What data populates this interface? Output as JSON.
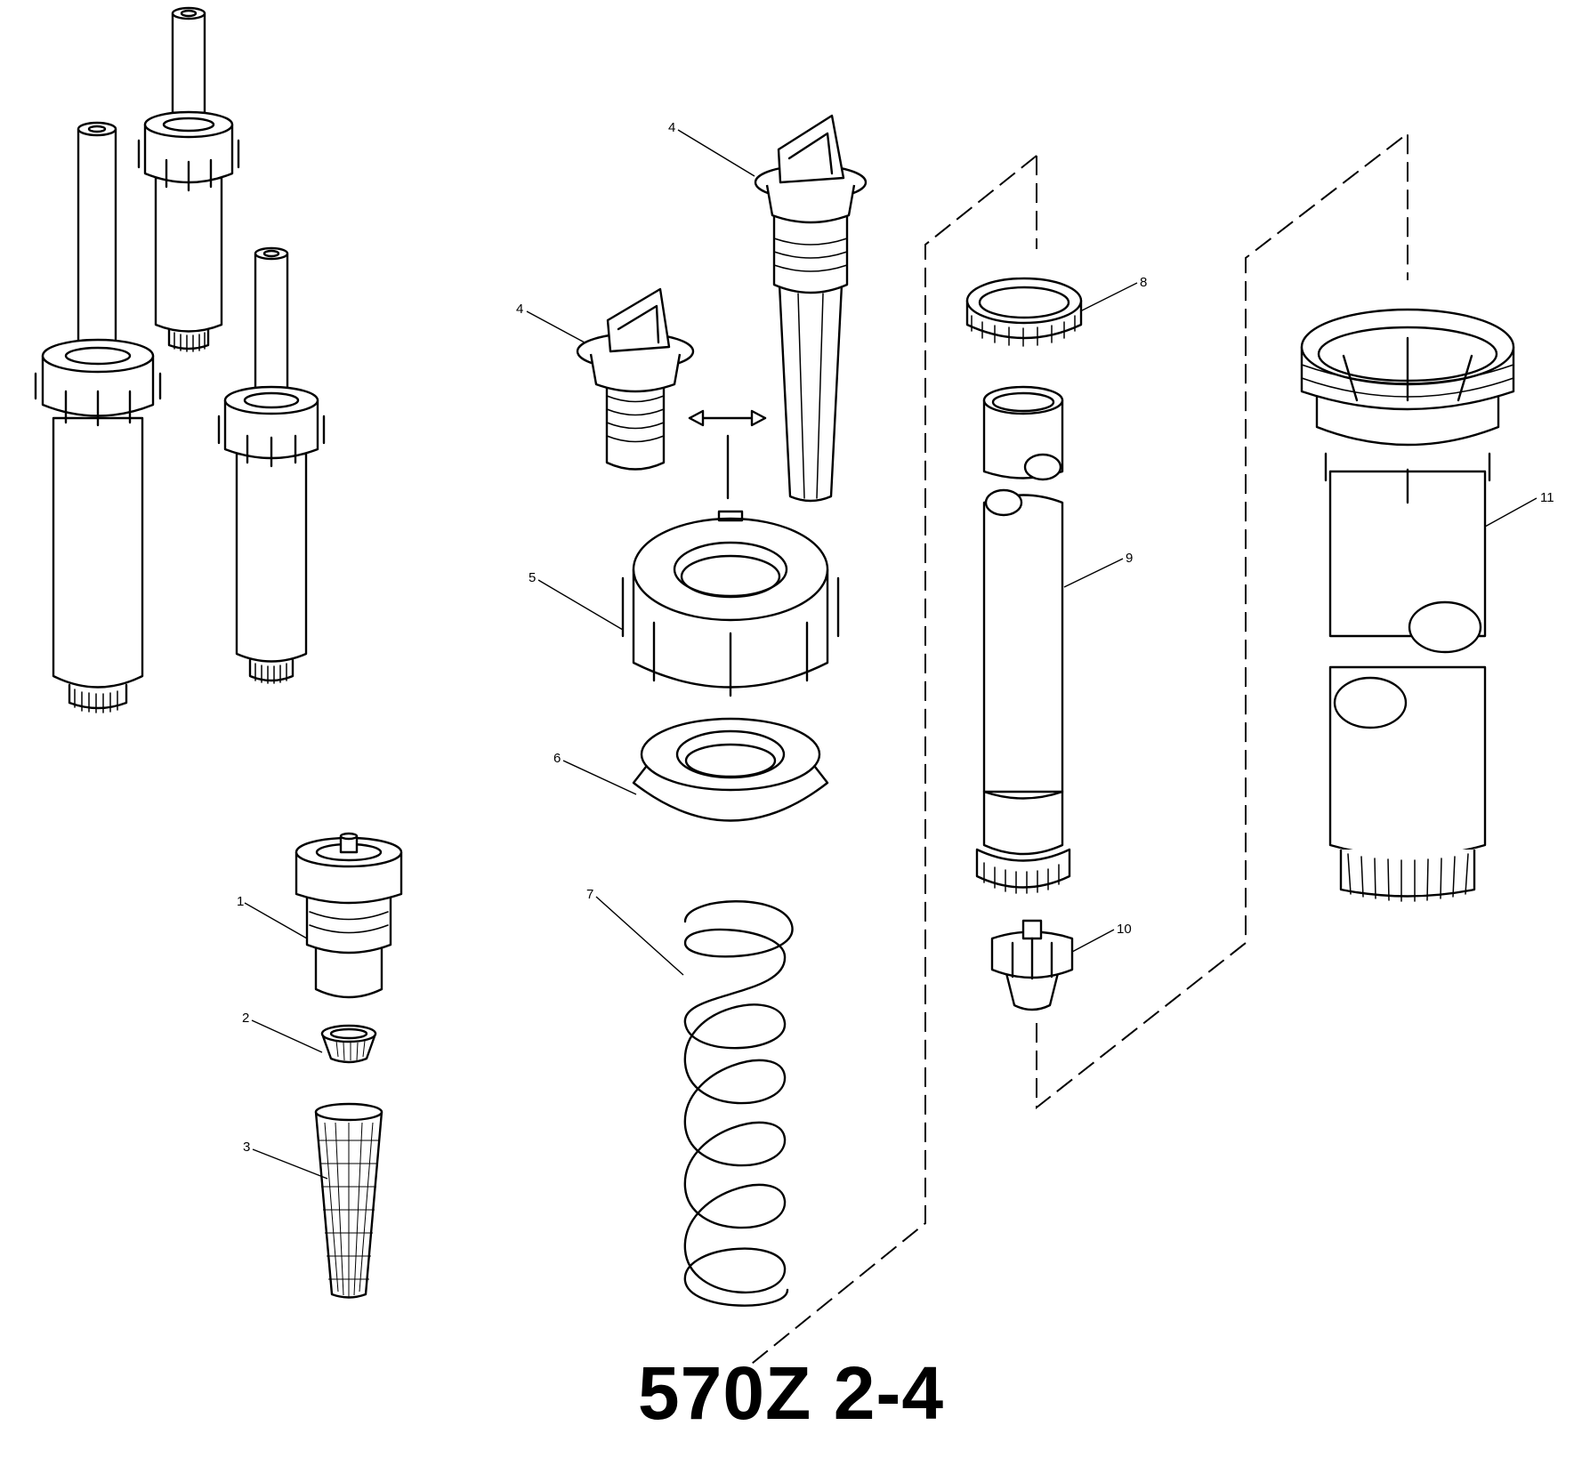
{
  "title": "570Z 2-4",
  "callouts": [
    {
      "id": "1",
      "label": "1"
    },
    {
      "id": "2",
      "label": "2"
    },
    {
      "id": "3",
      "label": "3"
    },
    {
      "id": "4a",
      "label": "4"
    },
    {
      "id": "4b",
      "label": "4"
    },
    {
      "id": "5",
      "label": "5"
    },
    {
      "id": "6",
      "label": "6"
    },
    {
      "id": "7",
      "label": "7"
    },
    {
      "id": "8",
      "label": "8"
    },
    {
      "id": "9",
      "label": "9"
    },
    {
      "id": "10",
      "label": "10"
    },
    {
      "id": "11",
      "label": "11"
    }
  ],
  "colors": {
    "line": "#000000",
    "background": "#ffffff"
  }
}
